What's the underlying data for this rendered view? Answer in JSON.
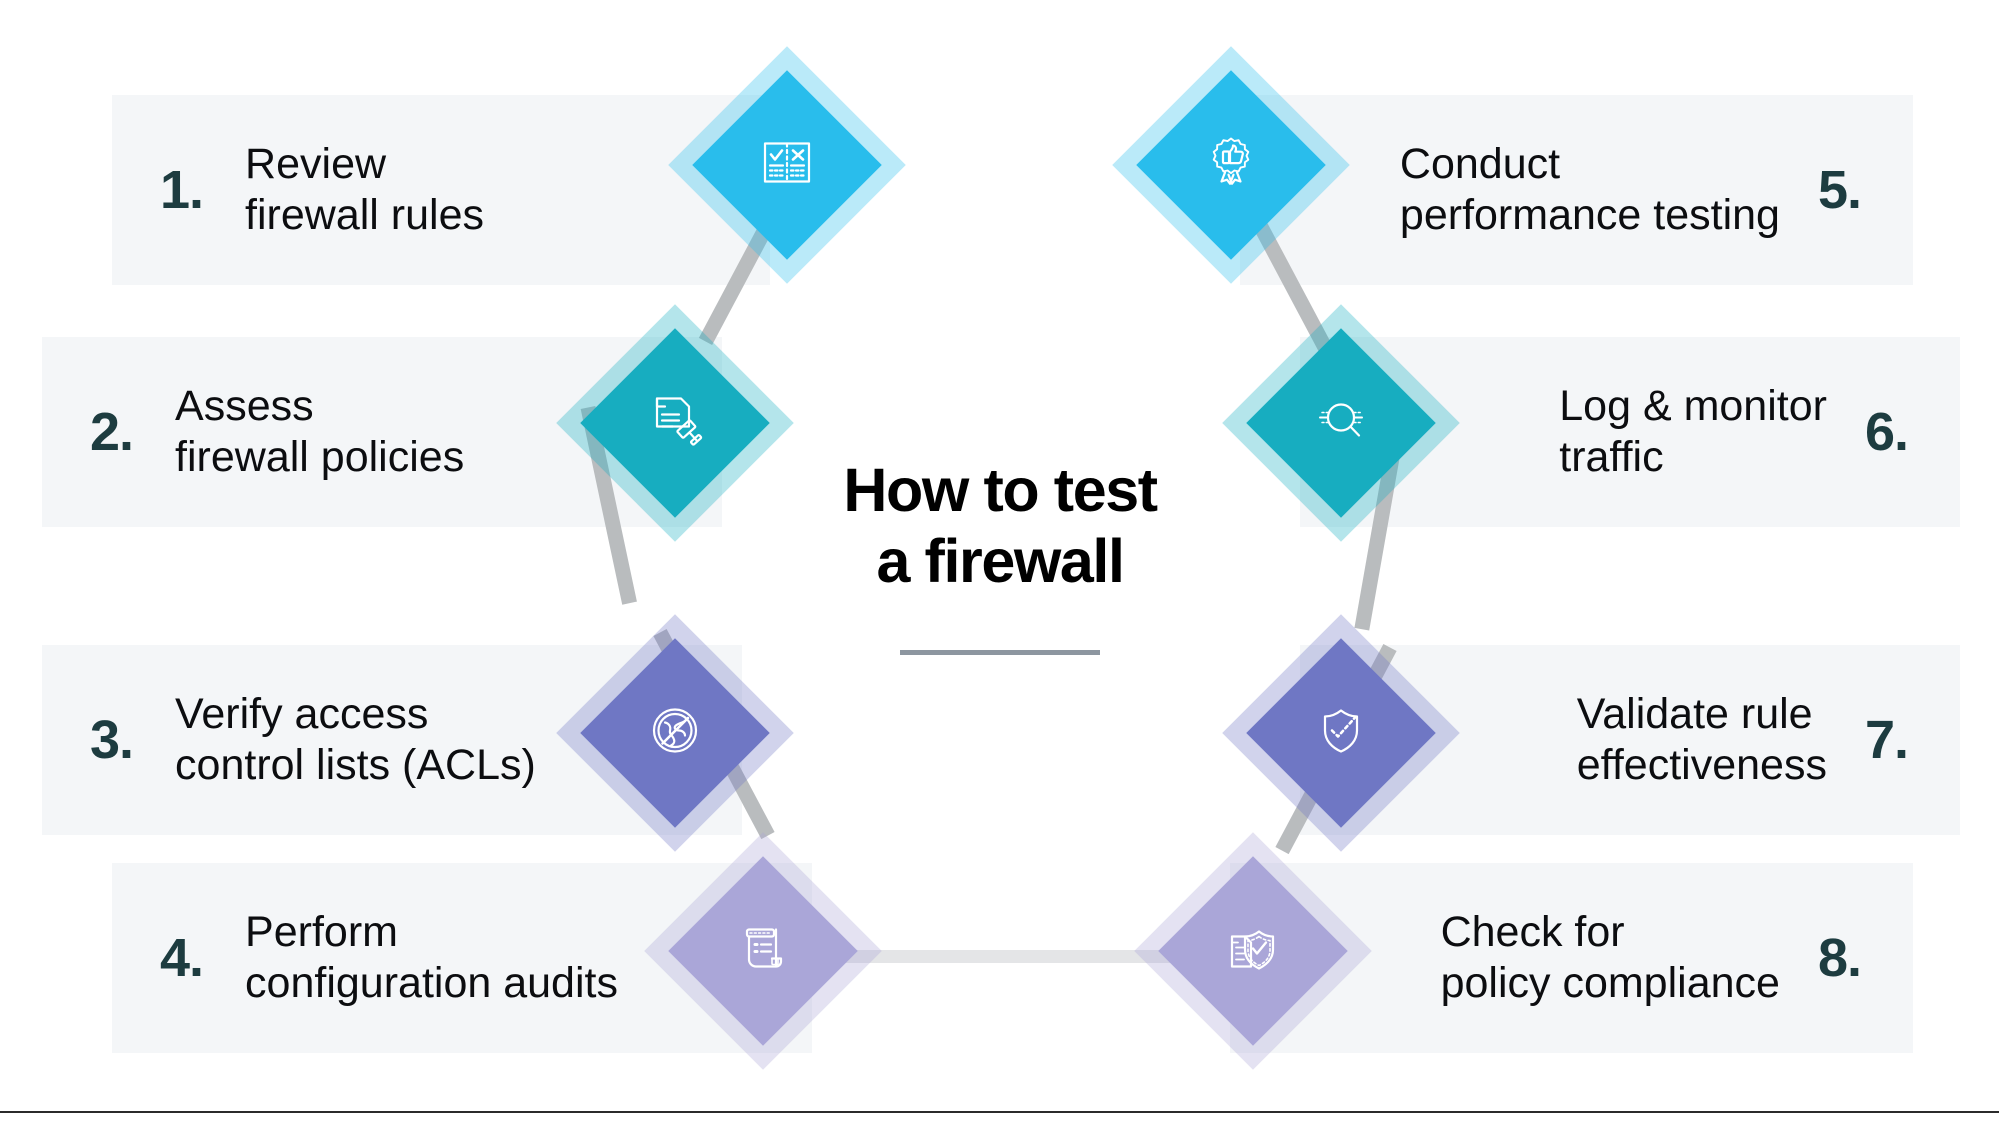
{
  "center": {
    "title": "How to test\na firewall",
    "divider": "horizontal-rule"
  },
  "colors": {
    "step1": "#29bdec",
    "step2": "#17adc0",
    "step3": "#6f77c4",
    "step4": "#aaa6d8",
    "step5": "#29bdec",
    "step6": "#17adc0",
    "step7": "#6f77c4",
    "step8": "#aaa6d8",
    "panel_bg": "#f4f6f8",
    "number": "#1d3c40",
    "label": "#0c0d10",
    "connector": "#b9bcbe",
    "connector_pale": "#e4e5e7"
  },
  "steps": [
    {
      "number": "1.",
      "label": "Review\nfirewall rules",
      "icon": "document-check-cross-icon",
      "side": "left",
      "color_key": "step1"
    },
    {
      "number": "2.",
      "label": "Assess\nfirewall policies",
      "icon": "document-gavel-icon",
      "side": "left",
      "color_key": "step2"
    },
    {
      "number": "3.",
      "label": "Verify access\ncontrol lists (ACLs)",
      "icon": "globe-blocked-icon",
      "side": "left",
      "color_key": "step3"
    },
    {
      "number": "4.",
      "label": "Perform\nconfiguration audits",
      "icon": "scroll-list-icon",
      "side": "left",
      "color_key": "step4"
    },
    {
      "number": "5.",
      "label": "Conduct\nperformance testing",
      "icon": "award-thumbs-up-icon",
      "side": "right",
      "color_key": "step5"
    },
    {
      "number": "6.",
      "label": "Log & monitor\ntraffic",
      "icon": "magnifier-traffic-icon",
      "side": "right",
      "color_key": "step6"
    },
    {
      "number": "7.",
      "label": "Validate rule\neffectiveness",
      "icon": "shield-dotted-check-icon",
      "side": "right",
      "color_key": "step7"
    },
    {
      "number": "8.",
      "label": "Check for\npolicy compliance",
      "icon": "document-shield-check-icon",
      "side": "right",
      "color_key": "step8"
    }
  ]
}
